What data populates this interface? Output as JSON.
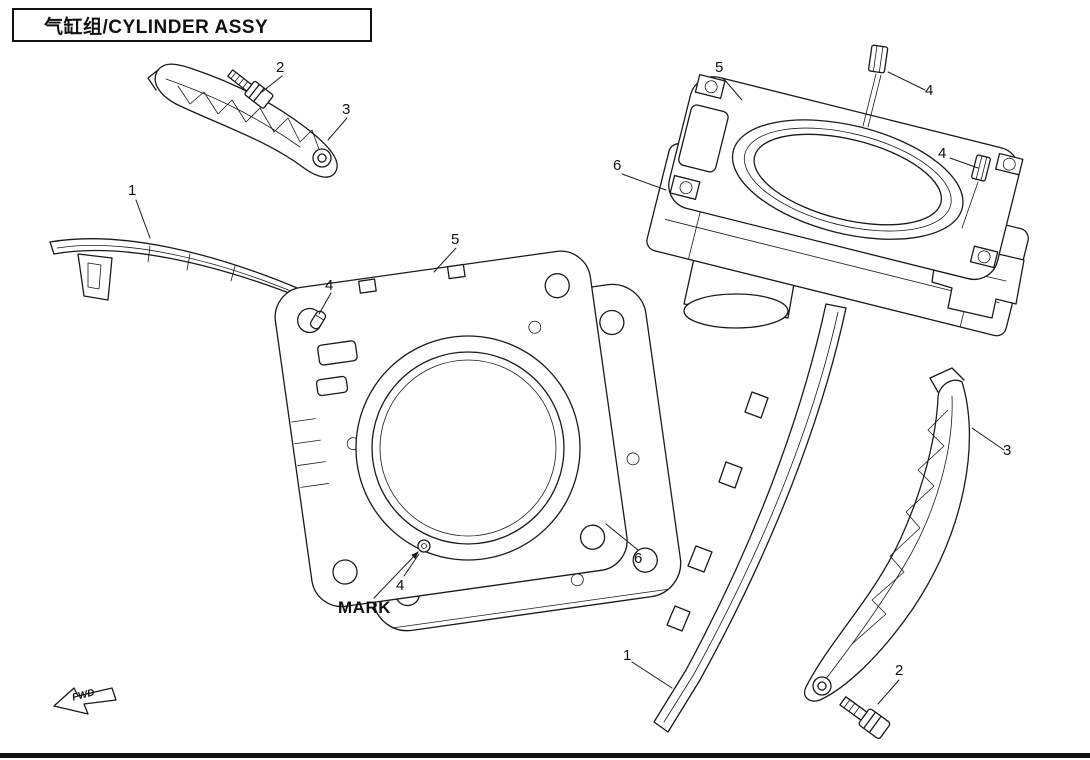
{
  "title_block": {
    "title": "气缸组/CYLINDER ASSY"
  },
  "labels": {
    "mark": "MARK",
    "fwd": "FWD"
  },
  "line_color": "#1a1a1a",
  "callouts": [
    {
      "label": "2"
    },
    {
      "label": "3"
    },
    {
      "label": "1"
    },
    {
      "label": "5"
    },
    {
      "label": "4"
    },
    {
      "label": "4"
    },
    {
      "label": "6"
    },
    {
      "label": "5"
    },
    {
      "label": "6"
    },
    {
      "label": "4"
    },
    {
      "label": "4"
    },
    {
      "label": "3"
    },
    {
      "label": "1"
    },
    {
      "label": "2"
    }
  ]
}
